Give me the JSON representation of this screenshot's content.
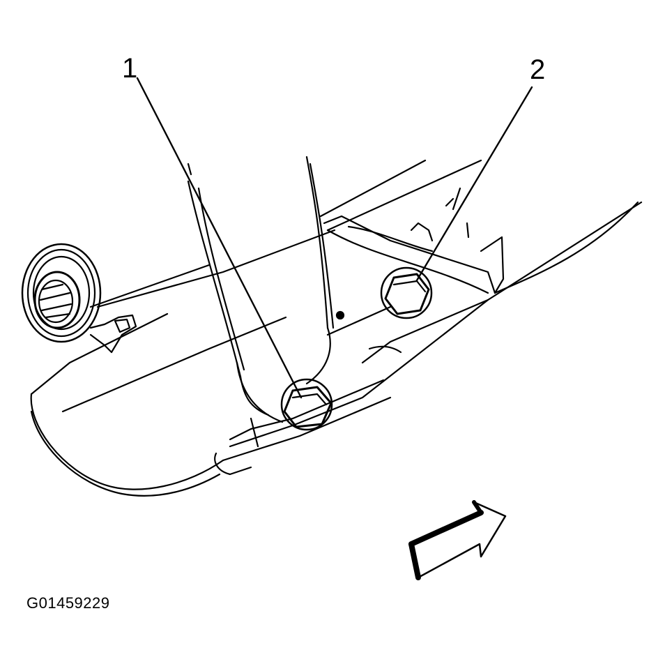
{
  "callouts": {
    "one": "1",
    "two": "2"
  },
  "figure_id": "G01459229",
  "colors": {
    "line": "#000000",
    "background": "#ffffff"
  },
  "icons": {
    "direction_arrow": "front-direction-arrow-icon",
    "bolt": "hex-bolt-icon"
  }
}
